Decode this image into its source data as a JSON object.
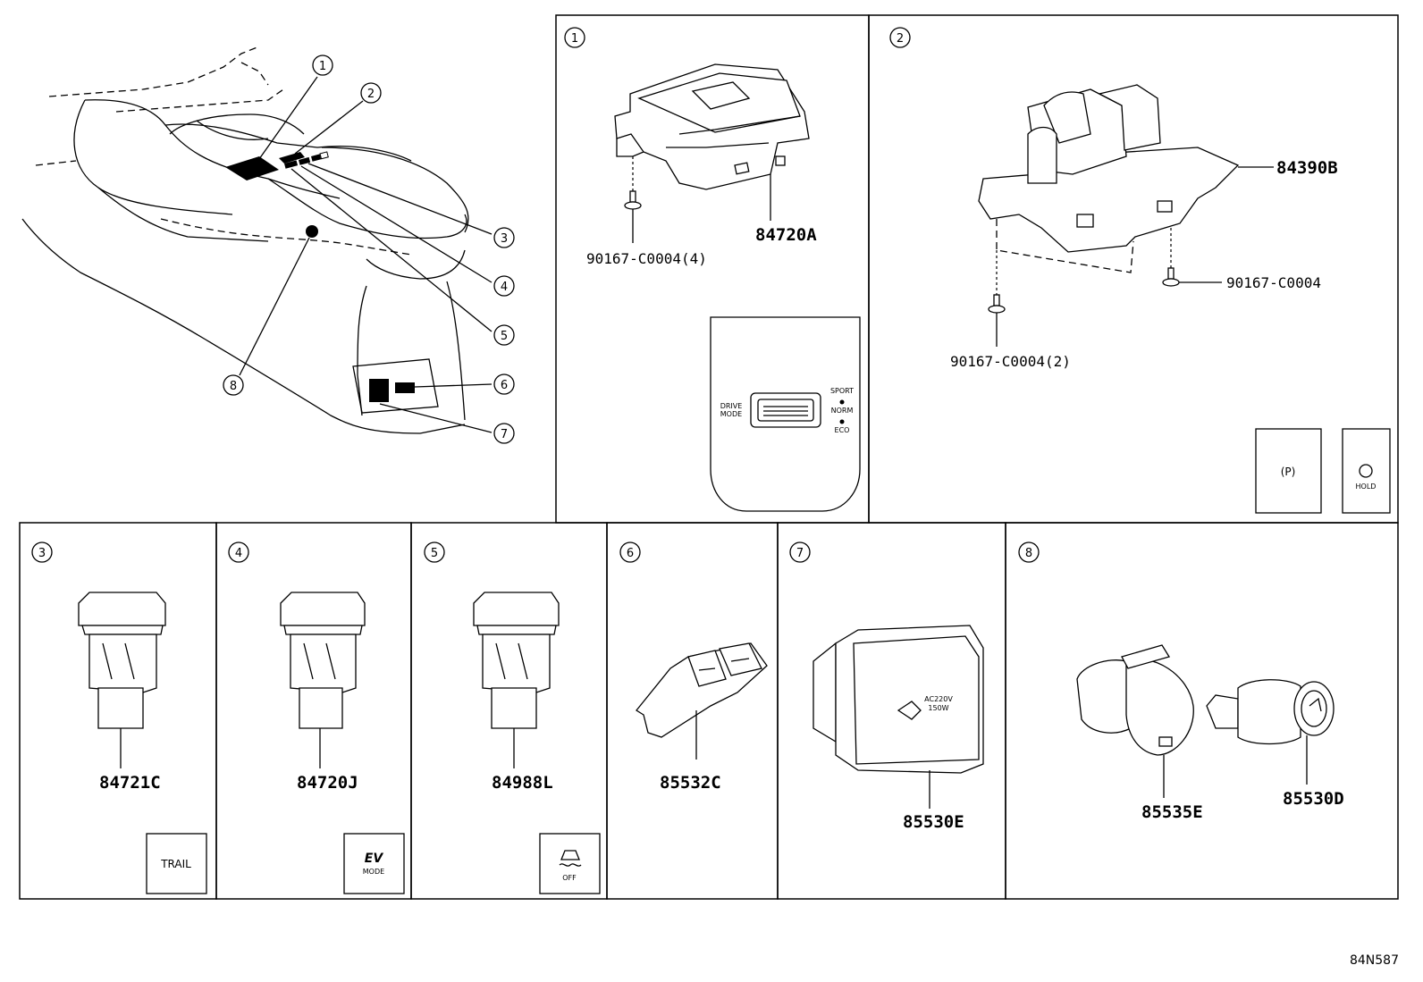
{
  "diagram": {
    "callouts": [
      "1",
      "2",
      "3",
      "4",
      "5",
      "6",
      "7",
      "8"
    ],
    "panels": [
      {
        "id": "1",
        "parts": [
          "84720A",
          "90167-C0004(4)"
        ],
        "switch_face": {
          "left": "DRIVE\nMODE",
          "right_top": "SPORT",
          "right_mid": "NORM",
          "right_bottom": "ECO"
        }
      },
      {
        "id": "2",
        "parts": [
          "84390B",
          "90167-C0004",
          "90167-C0004(2)"
        ],
        "icons": [
          {
            "name": "parking-brake-icon",
            "text": "(P)"
          },
          {
            "name": "brake-hold-icon",
            "text": "HOLD"
          }
        ]
      },
      {
        "id": "3",
        "parts": [
          "84721C"
        ],
        "icon_text": "TRAIL"
      },
      {
        "id": "4",
        "parts": [
          "84720J"
        ],
        "icon_text": "EV",
        "icon_subtext": "MODE"
      },
      {
        "id": "5",
        "parts": [
          "84988L"
        ],
        "icon_text": "OFF"
      },
      {
        "id": "6",
        "parts": [
          "85532C"
        ]
      },
      {
        "id": "7",
        "parts": [
          "85530E"
        ],
        "outlet_text": "AC220V\n150W"
      },
      {
        "id": "8",
        "parts": [
          "85535E",
          "85530D"
        ]
      }
    ],
    "reference_code": "84N587"
  }
}
